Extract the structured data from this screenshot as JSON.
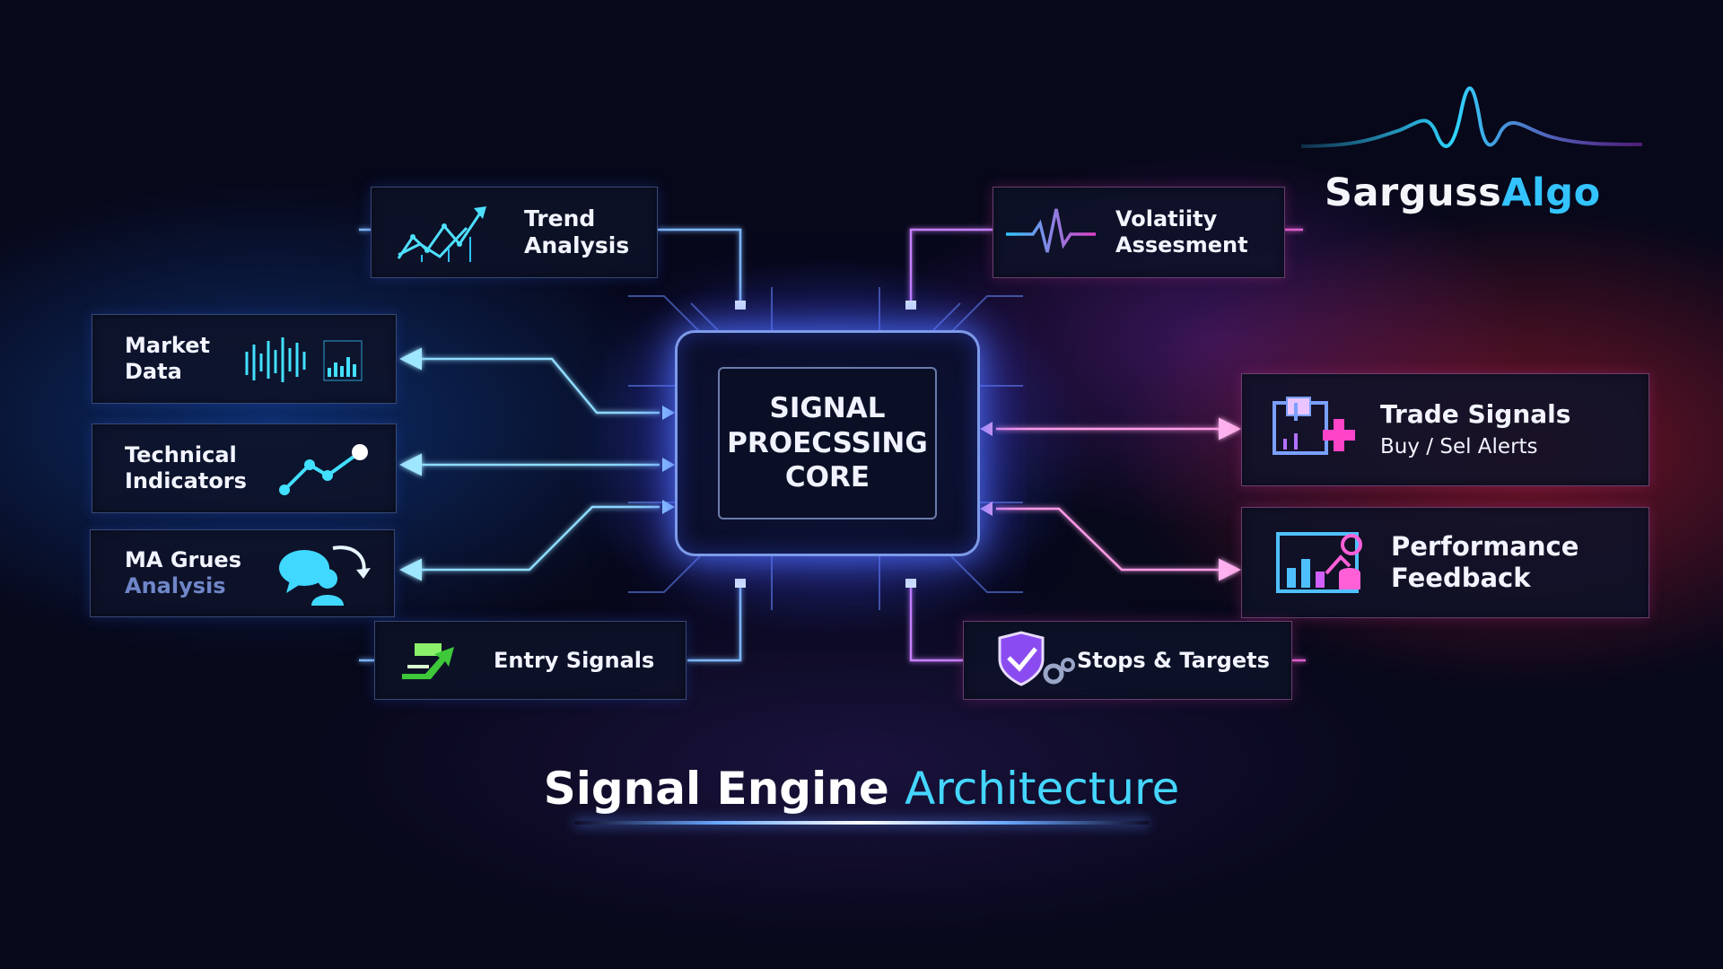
{
  "brand": {
    "part1": "Sarguss",
    "part2": "Algo"
  },
  "title": {
    "part1": "Signal Engine",
    "part2": "Architecture"
  },
  "core": {
    "line1": "SIGNAL",
    "line2": "PROECSSING",
    "line3": "CORE"
  },
  "nodes": {
    "trend": {
      "line1": "Trend",
      "line2": "Analysis",
      "icon": "trend-chart-icon"
    },
    "volatility": {
      "line1": "Volatiity",
      "line2": "Assesment",
      "icon": "heartbeat-pulse-icon"
    },
    "market": {
      "line1": "Market",
      "line2": "Data",
      "icon": "candlestick-chart-icon"
    },
    "technical": {
      "line1": "Technical",
      "line2": "Indicators",
      "icon": "line-graph-icon"
    },
    "ma": {
      "line1": "MA Grues",
      "line2": "Analysis",
      "icon": "chat-user-icon"
    },
    "entry": {
      "line1": "Entry Signals",
      "icon": "arrow-entry-icon"
    },
    "trade": {
      "line1": "Trade Signals",
      "line2": "Buy / Sel Alerts",
      "icon": "trade-alert-icon"
    },
    "performance": {
      "line1": "Performance",
      "line2": "Feedback",
      "icon": "performance-chart-icon"
    },
    "stops": {
      "line1": "Stops & Targets",
      "icon": "shield-gear-icon"
    }
  },
  "colors": {
    "accent_blue": "#33c3ff",
    "accent_magenta": "#e040c8",
    "accent_red": "#ff3050",
    "background": "#07081a"
  }
}
